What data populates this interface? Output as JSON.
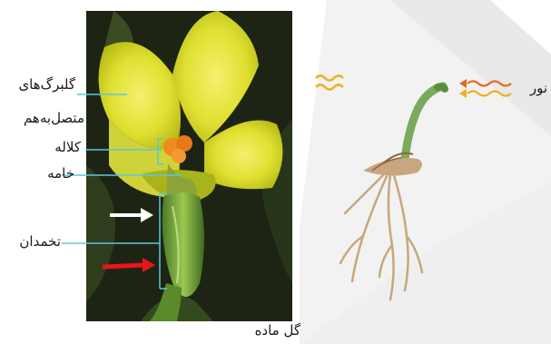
{
  "labels": {
    "petals": "گلبرگ‌های",
    "petals_2": "متصل‌به‌هم",
    "stigma": "کلاله",
    "style": "خامه",
    "ovary": "تخمدان",
    "caption": "گل ماده",
    "light": "نور"
  },
  "colors": {
    "arrow_white": "#ffffff",
    "arrow_red": "#e8141c",
    "leader_line": "#5cc6e0",
    "light_wave": "#f0b020"
  }
}
